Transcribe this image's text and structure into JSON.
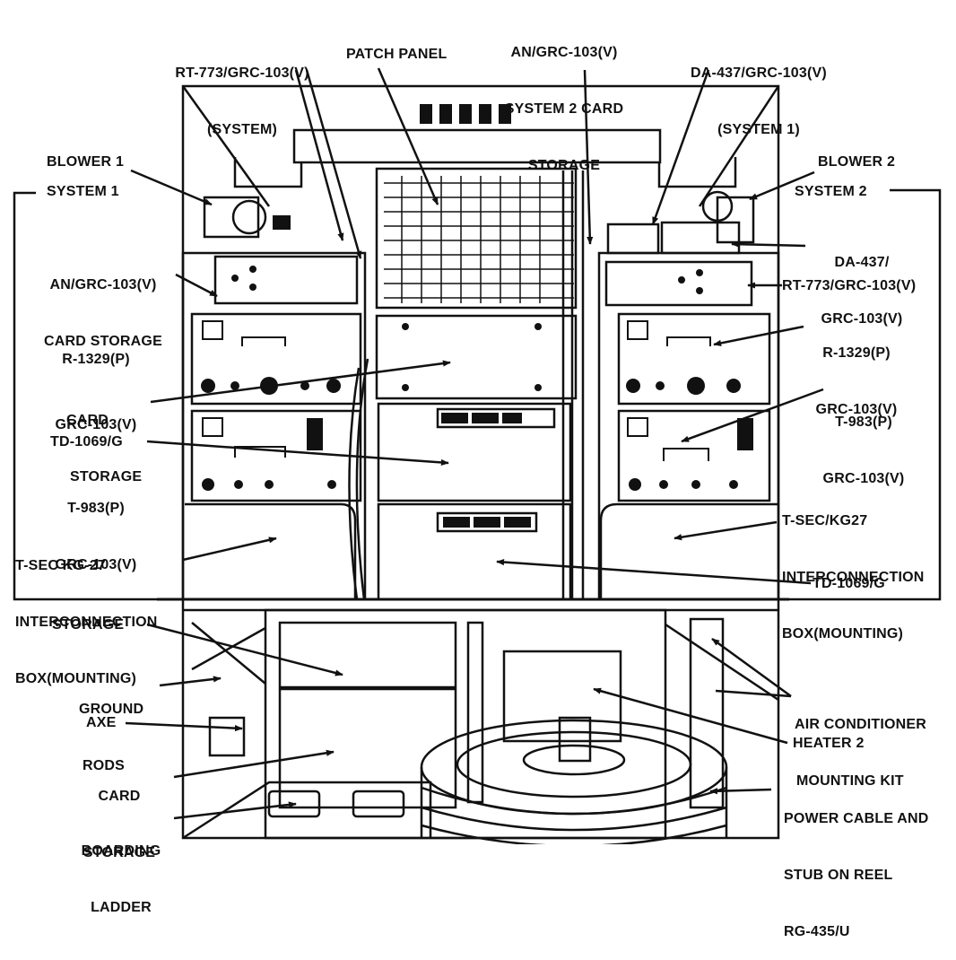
{
  "figure": {
    "colors": {
      "ink": "#111111",
      "paper": "#ffffff"
    },
    "labels": {
      "rt773_system": [
        "RT-773/GRC-103(V)",
        "(SYSTEM)"
      ],
      "patch_panel": "PATCH PANEL",
      "system2_card_storage": [
        "AN/GRC-103(V)",
        "SYSTEM 2 CARD",
        "STORAGE"
      ],
      "da437_system1": [
        "DA-437/GRC-103(V)",
        "(SYSTEM 1)"
      ],
      "blower1": "BLOWER 1",
      "system1": "SYSTEM 1",
      "blower2": "BLOWER 2",
      "system2": "SYSTEM 2",
      "card_storage_left": [
        "AN/GRC-103(V)",
        "CARD STORAGE"
      ],
      "da437_right": [
        "DA-437/",
        "GRC-103(V)"
      ],
      "rt773_right": "RT-773/GRC-103(V)",
      "r1329_left": [
        "R-1329(P)",
        "GRC-103(V)"
      ],
      "r1329_right": [
        "R-1329(P)",
        "GRC-103(V)"
      ],
      "card_storage_mid": [
        "CARD",
        "STORAGE"
      ],
      "t983_right": [
        "T-983(P)",
        "GRC-103(V)"
      ],
      "td1069_left": "TD-1069/G",
      "t983_left": [
        "T-983(P)",
        "GRC-103(V)"
      ],
      "tsec_right": [
        "T-SEC/KG27",
        "INTERCONNECTION",
        "BOX(MOUNTING)"
      ],
      "tsec_left": [
        "T-SEC KG-27",
        "INTERCONNECTION",
        "BOX(MOUNTING)"
      ],
      "td1069_right": "TD-1069/G",
      "storage": "STORAGE",
      "ground_rods": [
        "GROUND",
        "RODS"
      ],
      "air_conditioner": [
        "AIR CONDITIONER",
        "MOUNTING KIT"
      ],
      "axe": "AXE",
      "heater2": "HEATER 2",
      "card_storage_bottom": [
        "CARD",
        "STORAGE"
      ],
      "power_cable": [
        "POWER CABLE AND",
        "STUB ON REEL",
        "RG-435/U"
      ],
      "boarding_ladder": [
        "BOARDING",
        "LADDER"
      ]
    }
  }
}
